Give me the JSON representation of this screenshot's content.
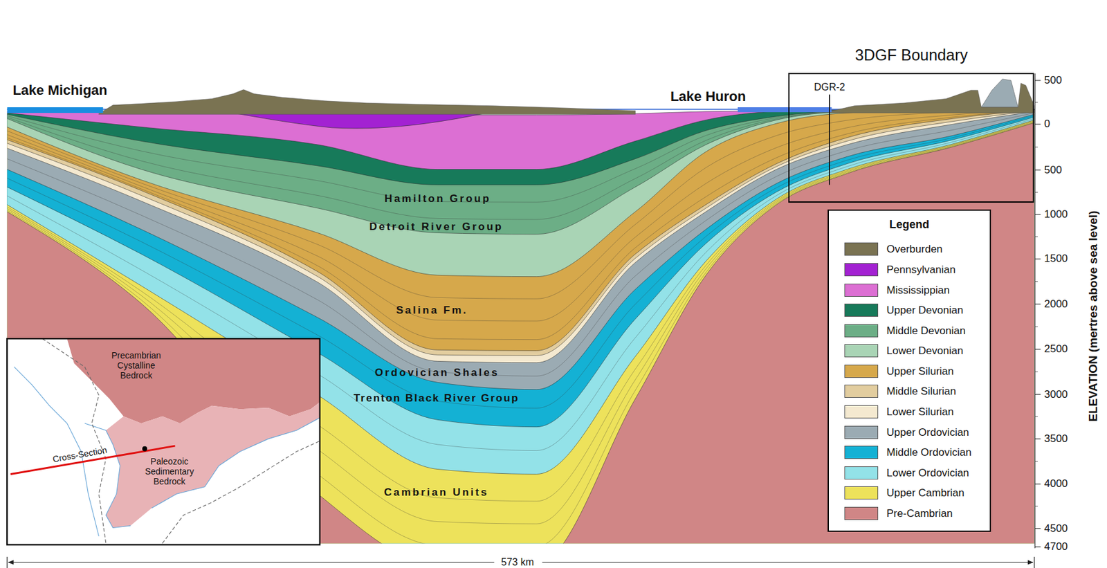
{
  "diagram": {
    "nodes": [
      {
        "text": [
          "3DGF Boundary"
        ]
      }
    ],
    "labels": [
      "Lake Michigan",
      "Lake Huron",
      "DGR-2",
      "Hamilton Group",
      "Detroit River Group",
      "Salina Fm.",
      "Ordovician Shales",
      "Trenton Black River Group",
      "Cambrian Units",
      "500",
      "0",
      "500",
      "1000",
      "1500",
      "2000",
      "2500",
      "3000",
      "3500",
      "4000",
      "4500",
      "4700",
      "ELEVATION (mertres above sea level)",
      "573 km",
      "Legend",
      "Precambrian Cystalline Bedrock",
      "Cross-Section",
      "Paleozoic Sedimentary Bedrock"
    ],
    "legend": [
      {
        "text": "Overburden",
        "color": "#7a7352"
      },
      {
        "text": "Pennsylvanian",
        "color": "#a322d2"
      },
      {
        "text": "Mississippian",
        "color": "#dc6fd3"
      },
      {
        "text": "Upper Devonian",
        "color": "#177a5a"
      },
      {
        "text": "Middle Devonian",
        "color": "#6cae86"
      },
      {
        "text": "Lower Devonian",
        "color": "#a9d4b5"
      },
      {
        "text": "Upper Silurian",
        "color": "#d6a84b"
      },
      {
        "text": "Middle Silurian",
        "color": "#e2cd9f"
      },
      {
        "text": "Lower Silurian",
        "color": "#f4e9d0"
      },
      {
        "text": "Upper Ordovician",
        "color": "#9babb3"
      },
      {
        "text": "Middle Ordovician",
        "color": "#14b1d4"
      },
      {
        "text": "Lower Ordovician",
        "color": "#93e2e8"
      },
      {
        "text": "Upper Cambrian",
        "color": "#ede25b"
      },
      {
        "text": "Pre-Cambrian",
        "color": "#d08686"
      }
    ]
  }
}
